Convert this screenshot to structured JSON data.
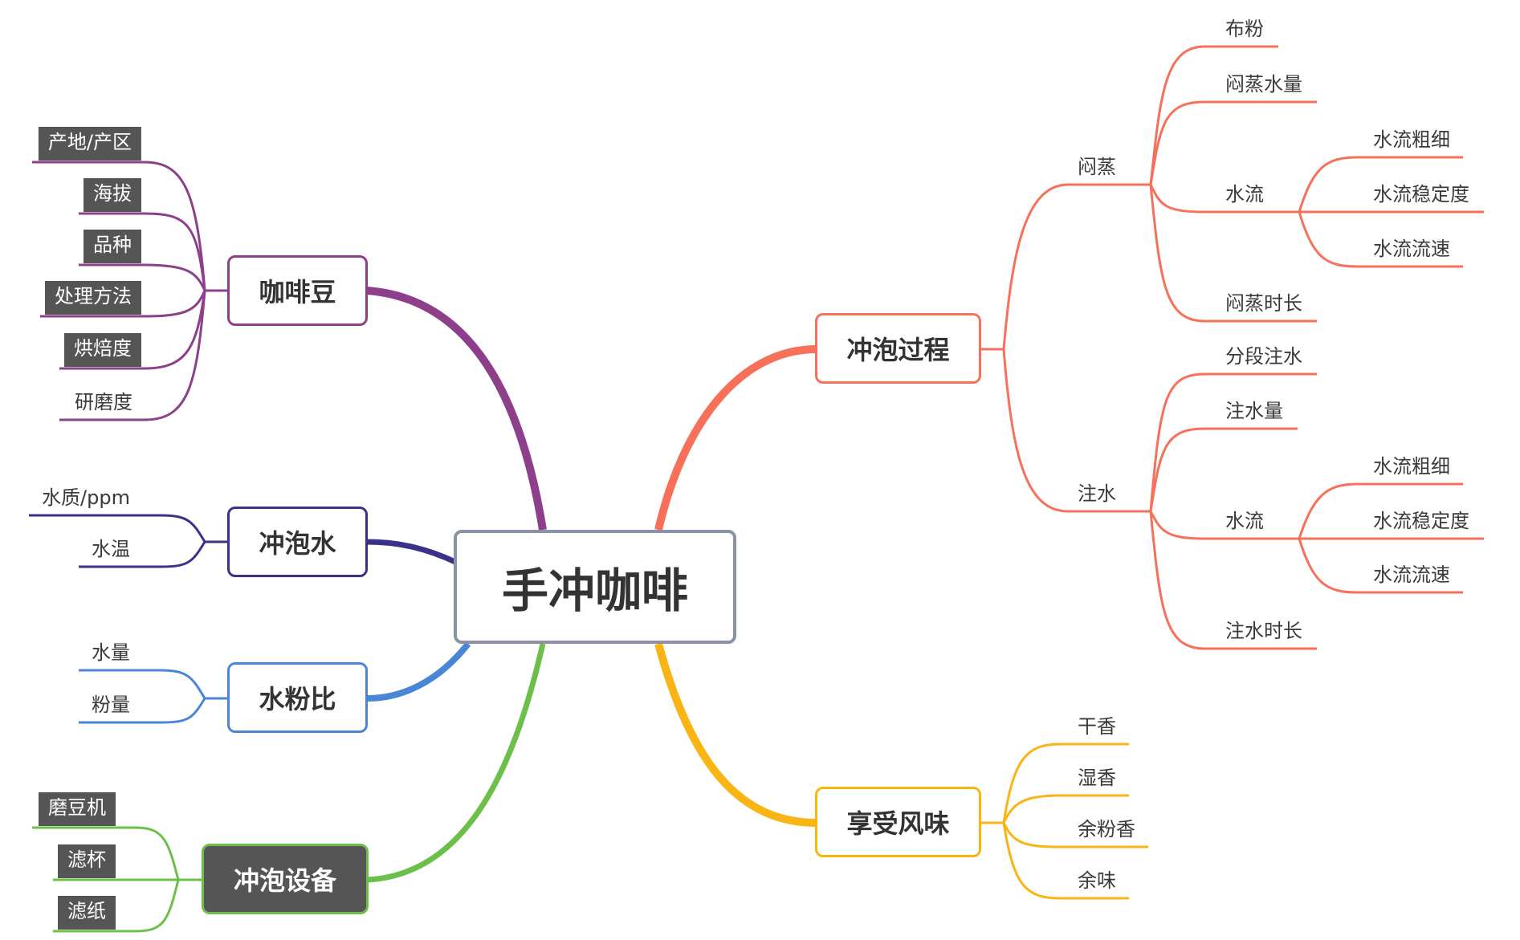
{
  "central": "手冲咖啡",
  "colors": {
    "beans": "#8e3f8b",
    "water": "#3a318b",
    "ratio": "#4a86d6",
    "gear": "#6cc04a",
    "process": "#f7705a",
    "flavor": "#f8b514",
    "central_border": "#8a93a3"
  },
  "left": {
    "beans": {
      "label": "咖啡豆",
      "children": [
        "产地/产区",
        "海拔",
        "品种",
        "处理方法",
        "烘焙度",
        "研磨度"
      ]
    },
    "water": {
      "label": "冲泡水",
      "children": [
        "水质/ppm",
        "水温"
      ]
    },
    "ratio": {
      "label": "水粉比",
      "children": [
        "水量",
        "粉量"
      ]
    },
    "gear": {
      "label": "冲泡设备",
      "children": [
        "磨豆机",
        "滤杯",
        "滤纸"
      ]
    }
  },
  "right": {
    "process": {
      "label": "冲泡过程",
      "bloom": {
        "label": "闷蒸",
        "items": [
          "布粉",
          "闷蒸水量",
          "水流",
          "闷蒸时长"
        ],
        "flow": [
          "水流粗细",
          "水流稳定度",
          "水流流速"
        ]
      },
      "pour": {
        "label": "注水",
        "items": [
          "分段注水",
          "注水量",
          "水流",
          "注水时长"
        ],
        "flow": [
          "水流粗细",
          "水流稳定度",
          "水流流速"
        ]
      }
    },
    "flavor": {
      "label": "享受风味",
      "children": [
        "干香",
        "湿香",
        "余粉香",
        "余味"
      ]
    }
  }
}
